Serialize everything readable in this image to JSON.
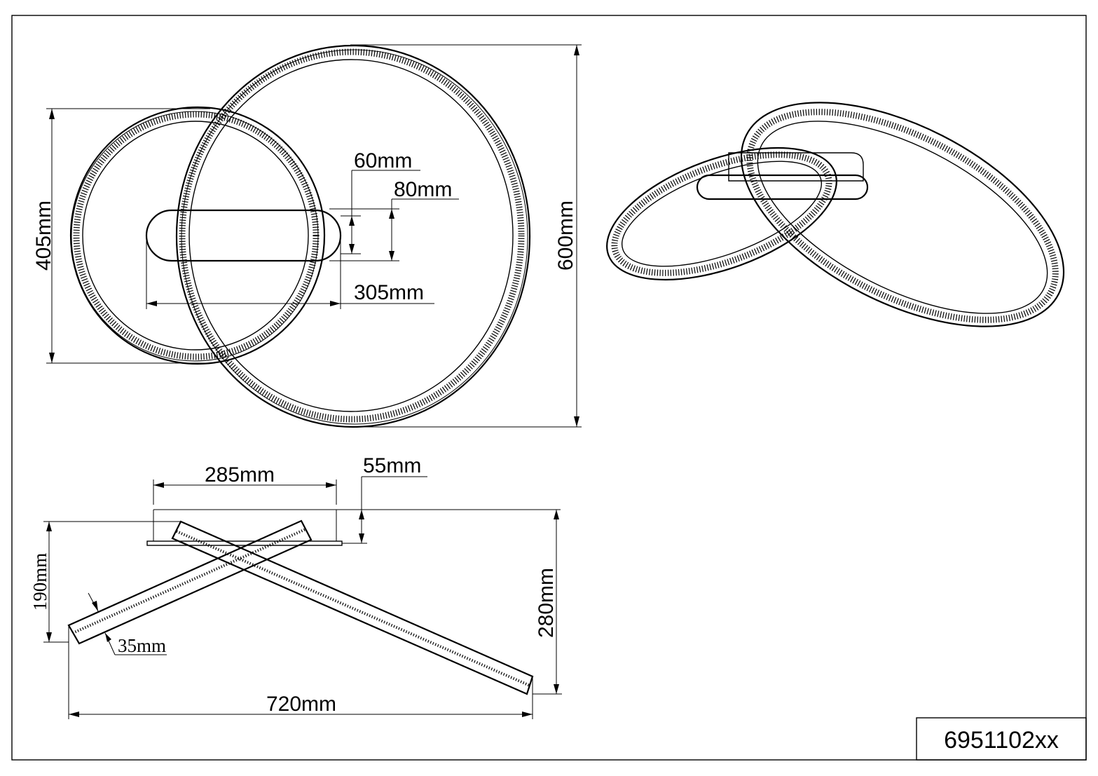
{
  "drawing": {
    "product_code": "6951102xx",
    "top_view": {
      "small_ring_height": "405mm",
      "large_ring_height": "600mm",
      "base_height_60": "60mm",
      "base_height_80": "80mm",
      "base_length": "305mm"
    },
    "side_view": {
      "canopy_length": "285mm",
      "canopy_depth": "55mm",
      "small_ring_drop": "190mm",
      "total_height": "280mm",
      "ring_thickness": "35mm",
      "total_width": "720mm"
    }
  }
}
